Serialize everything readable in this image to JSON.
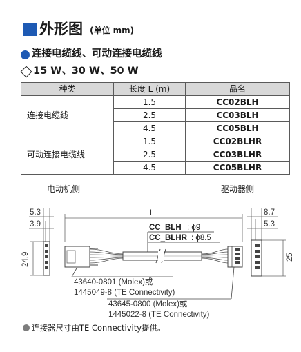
{
  "heading": {
    "title": "外形图",
    "unit": "(单位 mm)"
  },
  "section": {
    "title": "连接电缆线、可动连接电缆线",
    "subtitle": "15 W、30 W、50 W"
  },
  "table": {
    "headers": [
      "种类",
      "长度 L (m)",
      "品名"
    ],
    "groups": [
      {
        "type": "连接电缆线",
        "rows": [
          [
            "1.5",
            "CC02BLH"
          ],
          [
            "2.5",
            "CC03BLH"
          ],
          [
            "4.5",
            "CC05BLH"
          ]
        ]
      },
      {
        "type": "可动连接电缆线",
        "rows": [
          [
            "1.5",
            "CC02BLHR"
          ],
          [
            "2.5",
            "CC03BLHR"
          ],
          [
            "4.5",
            "CC05BLHR"
          ]
        ]
      }
    ]
  },
  "drawing": {
    "motor_side": "电动机侧",
    "driver_side": "驱动器侧",
    "dim_5_3_left": "5.3",
    "dim_3_9": "3.9",
    "dim_24_9": "24.9",
    "dim_L": "L",
    "dim_8_7": "8.7",
    "dim_5_3_right": "5.3",
    "dim_25": "25",
    "cable_1_name": "CC_BLH",
    "cable_1_dia": ": ϕ9",
    "cable_2_name": "CC_BLHR",
    "cable_2_dia": ": ϕ8.5",
    "conn_motor_1": "43640-0801 (Molex)或",
    "conn_motor_2": "1445049-8 (TE Connectivity)",
    "conn_driver_1": "43645-0800 (Molex)或",
    "conn_driver_2": "1445022-8 (TE Connectivity)"
  },
  "note": "连接器尺寸由TE Connectivity提供。",
  "colors": {
    "accent": "#1e5ab4",
    "table_header": "#d8d8d8",
    "note_dot": "#7d7d7d"
  }
}
